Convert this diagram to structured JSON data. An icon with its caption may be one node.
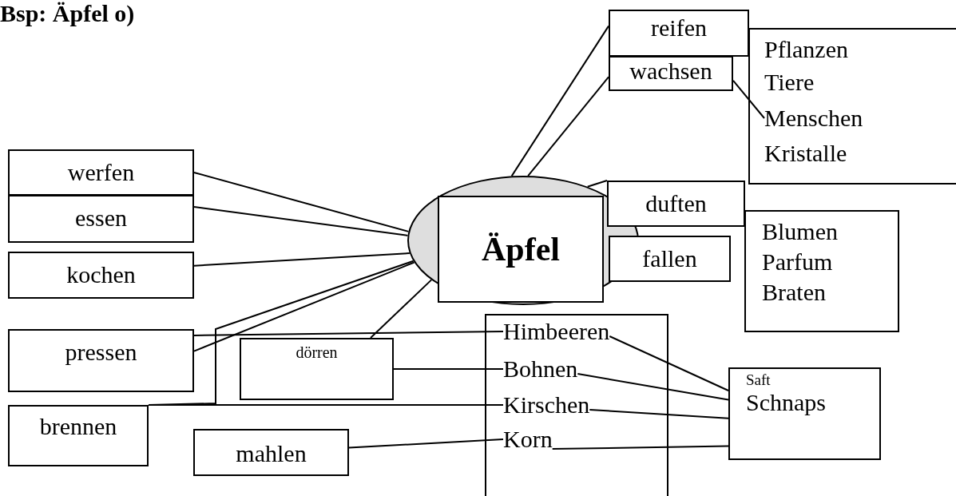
{
  "diagram": {
    "title": "Bsp: Äpfel o)",
    "nodes": [
      {
        "text": [
          "Äpfel"
        ]
      },
      {
        "text": [
          "reifen"
        ]
      },
      {
        "text": [
          "wachsen"
        ]
      },
      {
        "text": [],
        "shape": "box"
      },
      {
        "text": [
          "Pflanzen"
        ],
        "in": 3
      },
      {
        "text": [
          "Tiere"
        ],
        "in": 3
      },
      {
        "text": [
          "Menschen"
        ],
        "in": 3
      },
      {
        "text": [
          "Kristalle"
        ],
        "in": 3
      },
      {
        "text": [
          "duften"
        ]
      },
      {
        "text": [
          "fallen"
        ]
      },
      {
        "text": [
          "Blumen",
          "Parfum",
          "Braten"
        ]
      },
      {
        "text": [
          "werfen"
        ]
      },
      {
        "text": [
          "essen"
        ]
      },
      {
        "text": [
          "kochen"
        ]
      },
      {
        "text": [
          "pressen"
        ]
      },
      {
        "text": [
          "dörren"
        ]
      },
      {
        "text": [
          "brennen"
        ]
      },
      {
        "text": [
          "mahlen"
        ]
      },
      {
        "text": [],
        "shape": "box"
      },
      {
        "text": [
          "Himbeeren"
        ],
        "in": 18
      },
      {
        "text": [
          "Bohnen"
        ],
        "in": 18
      },
      {
        "text": [
          "Kirschen"
        ],
        "in": 18
      },
      {
        "text": [
          "Korn"
        ],
        "in": 18
      },
      {
        "text": [
          "Saft",
          "Schnaps"
        ]
      }
    ],
    "edges": [
      {
        "from": 11,
        "to": 0,
        "arrow": "none"
      },
      {
        "from": 12,
        "to": 0,
        "arrow": "none"
      },
      {
        "from": 13,
        "to": 0,
        "arrow": "none"
      },
      {
        "from": 14,
        "to": 0,
        "arrow": "none"
      },
      {
        "from": 16,
        "to": 0,
        "arrow": "none"
      },
      {
        "from": 15,
        "to": 0,
        "arrow": "none"
      },
      {
        "from": 1,
        "to": 0,
        "arrow": "none"
      },
      {
        "from": 2,
        "to": 0,
        "arrow": "none"
      },
      {
        "from": 0,
        "to": 8,
        "arrow": "none"
      },
      {
        "from": 2,
        "to": 6,
        "arrow": "none"
      },
      {
        "from": 14,
        "to": 19,
        "arrow": "none"
      },
      {
        "from": 15,
        "to": 20,
        "arrow": "none"
      },
      {
        "from": 16,
        "to": 21,
        "arrow": "none"
      },
      {
        "from": 17,
        "to": 22,
        "arrow": "none"
      },
      {
        "from": 19,
        "to": 23,
        "arrow": "none"
      },
      {
        "from": 20,
        "to": 23,
        "arrow": "none"
      },
      {
        "from": 21,
        "to": 23,
        "arrow": "none"
      },
      {
        "from": 22,
        "to": 23,
        "arrow": "none"
      }
    ]
  }
}
